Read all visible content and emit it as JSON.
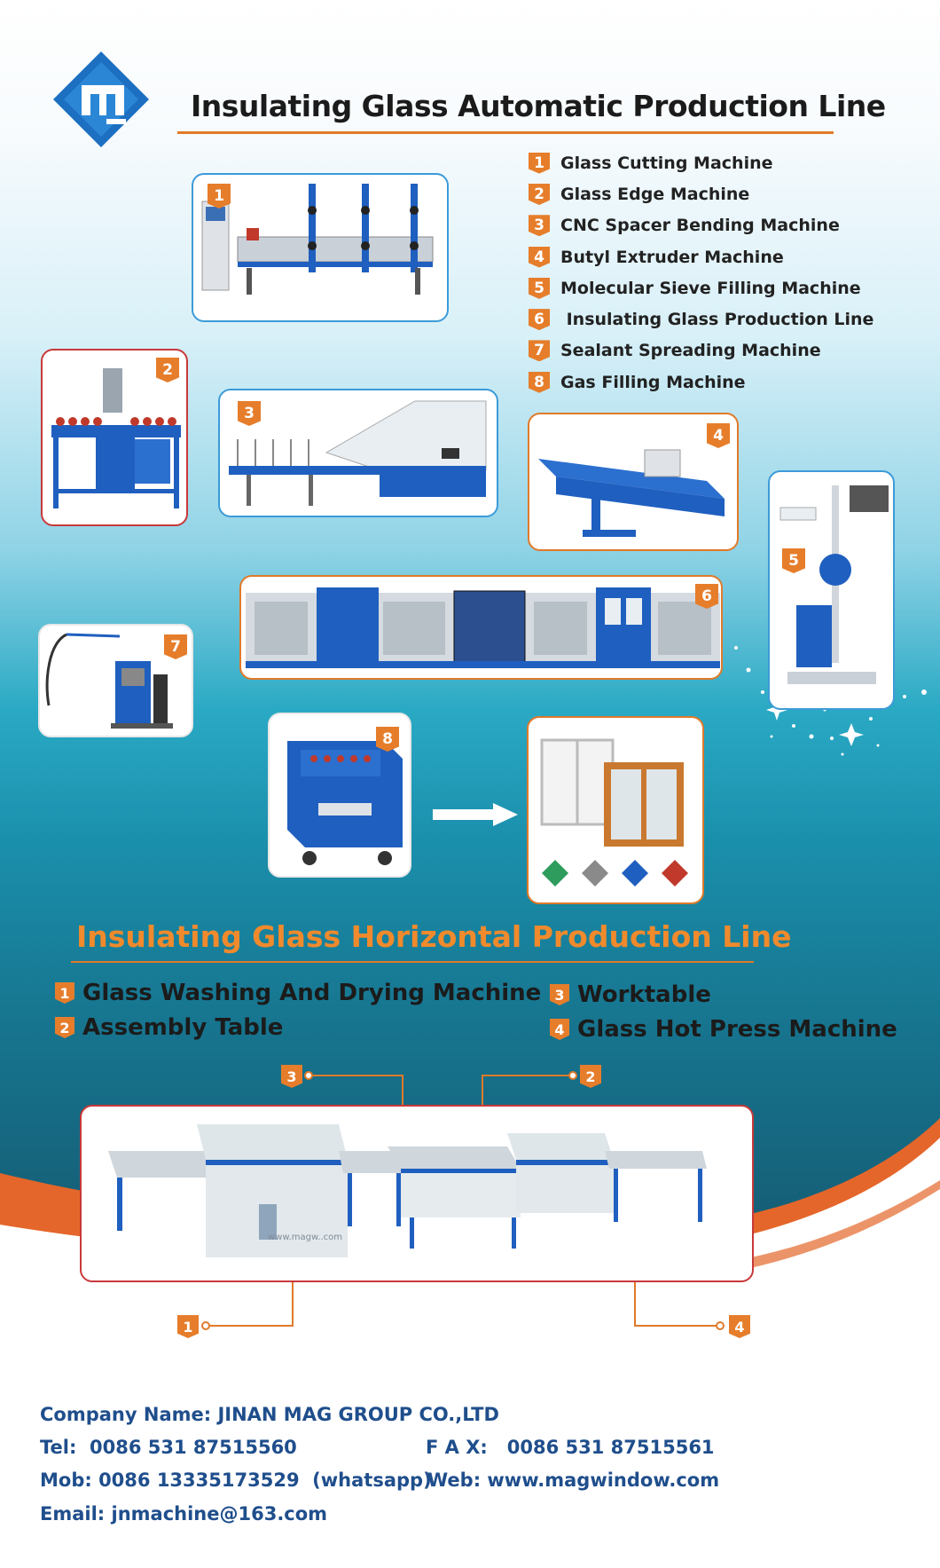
{
  "header": {
    "title": "Insulating Glass Automatic Production Line",
    "logo_icon": "mag-logo-icon"
  },
  "machine_list": [
    {
      "num": "1",
      "label": "Glass Cutting Machine"
    },
    {
      "num": "2",
      "label": "Glass Edge Machine"
    },
    {
      "num": "3",
      "label": "CNC Spacer Bending Machine"
    },
    {
      "num": "4",
      "label": "Butyl Extruder Machine"
    },
    {
      "num": "5",
      "label": "Molecular Sieve Filling Machine"
    },
    {
      "num": "6",
      "label": " Insulating Glass Production Line"
    },
    {
      "num": "7",
      "label": "Sealant Spreading Machine"
    },
    {
      "num": "8",
      "label": "Gas Filling Machine"
    }
  ],
  "photo_tags": [
    "1",
    "2",
    "3",
    "4",
    "5",
    "6",
    "7",
    "8"
  ],
  "horizontal": {
    "title": "Insulating Glass Horizontal Production Line",
    "items": [
      {
        "num": "1",
        "label": "Glass Washing And Drying Machine"
      },
      {
        "num": "2",
        "label": "Assembly Table"
      },
      {
        "num": "3",
        "label": "Worktable"
      },
      {
        "num": "4",
        "label": "Glass Hot Press Machine"
      }
    ],
    "callouts": [
      "3",
      "2",
      "1",
      "4"
    ],
    "watermark": "www.magw..com"
  },
  "contact": {
    "company": "Company Name: JINAN MAG GROUP CO.,LTD",
    "tel": "Tel:  0086 531 87515560",
    "fax": "F A X:   0086 531 87515561",
    "mob": "Mob: 0086 13335173529  (whatsapp)",
    "web": "Web: www.magwindow.com",
    "email": "Email: jnmachine@163.com"
  },
  "colors": {
    "accent_orange": "#e67d2b",
    "machine_blue": "#1f5fbf",
    "contact_text": "#1f4e8c"
  }
}
